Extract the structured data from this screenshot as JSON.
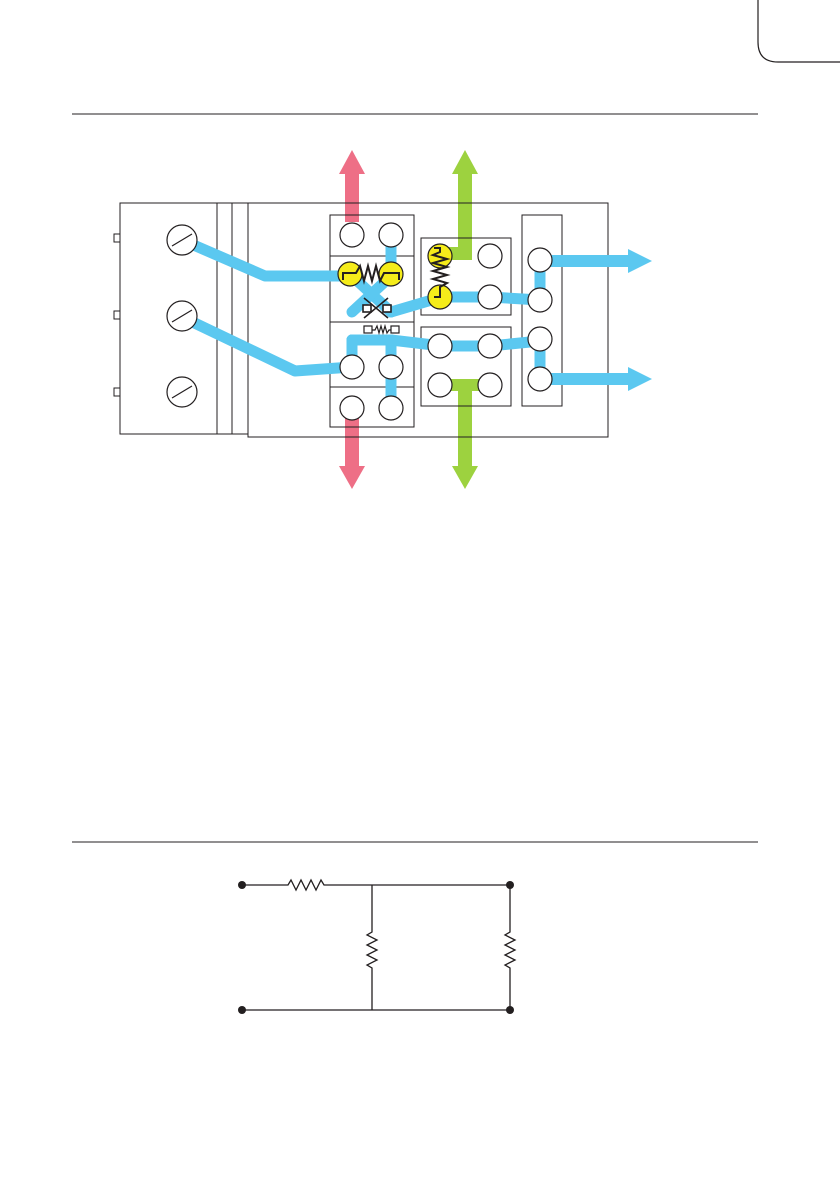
{
  "colors": {
    "signal": "#5bc8f0",
    "red": "#ee6f86",
    "green": "#9dd23f",
    "highlight": "#f5ec1a",
    "line": "#231f20"
  },
  "icons": {
    "crop_mark": "corner-crop-mark",
    "screw": "slotted-screw-terminal",
    "resistor": "zigzag-resistor",
    "jumper": "jumper-cross",
    "terminal": "terminal-circle",
    "arrow_up": "arrow-up",
    "arrow_down": "arrow-down",
    "arrow_right": "arrow-right",
    "node": "circuit-node-dot"
  }
}
